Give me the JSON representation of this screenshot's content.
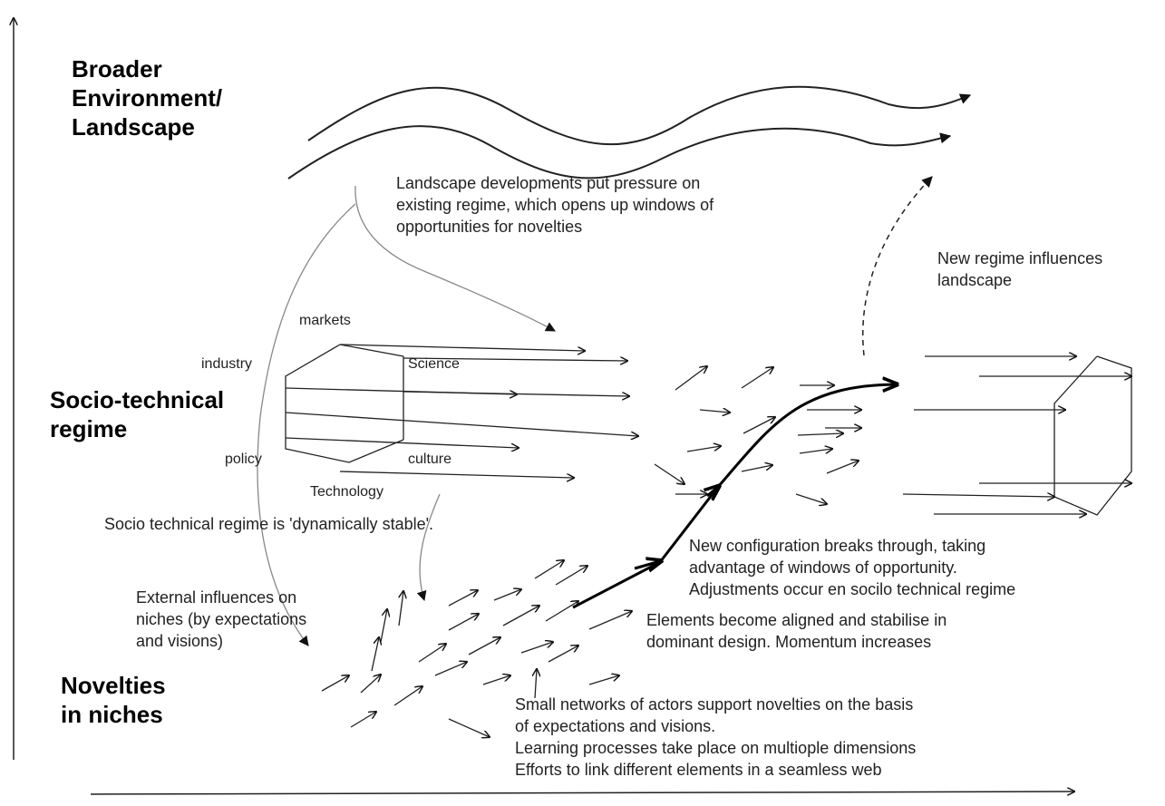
{
  "levels": {
    "landscape": "Broader\nEnvironment/\nLandscape",
    "regime": "Socio-technical\nregime",
    "niches": "Novelties\nin niches"
  },
  "regime_labels": {
    "markets": "markets",
    "industry": "industry",
    "science": "Science",
    "policy": "policy",
    "culture": "culture",
    "technology": "Technology"
  },
  "notes": {
    "landscape_pressure": "Landscape developments put pressure on\nexisting regime, which opens up windows of\nopportunities for novelties",
    "new_regime": "New regime influences\nlandscape",
    "dynamically_stable": "Socio technical regime is 'dynamically stable'.",
    "external_influences": "External influences on\nniches (by expectations\nand visions)",
    "breakthrough": "New configuration breaks through, taking\nadvantage of windows of opportunity.\nAdjustments occur en socilo technical regime",
    "aligned": "Elements become aligned and stabilise in\ndominant design. Momentum increases",
    "small_networks": "Small networks of actors support novelties on the basis\nof expectations and visions.\nLearning processes take place on multiople dimensions\nEfforts to link different elements in a seamless web"
  }
}
